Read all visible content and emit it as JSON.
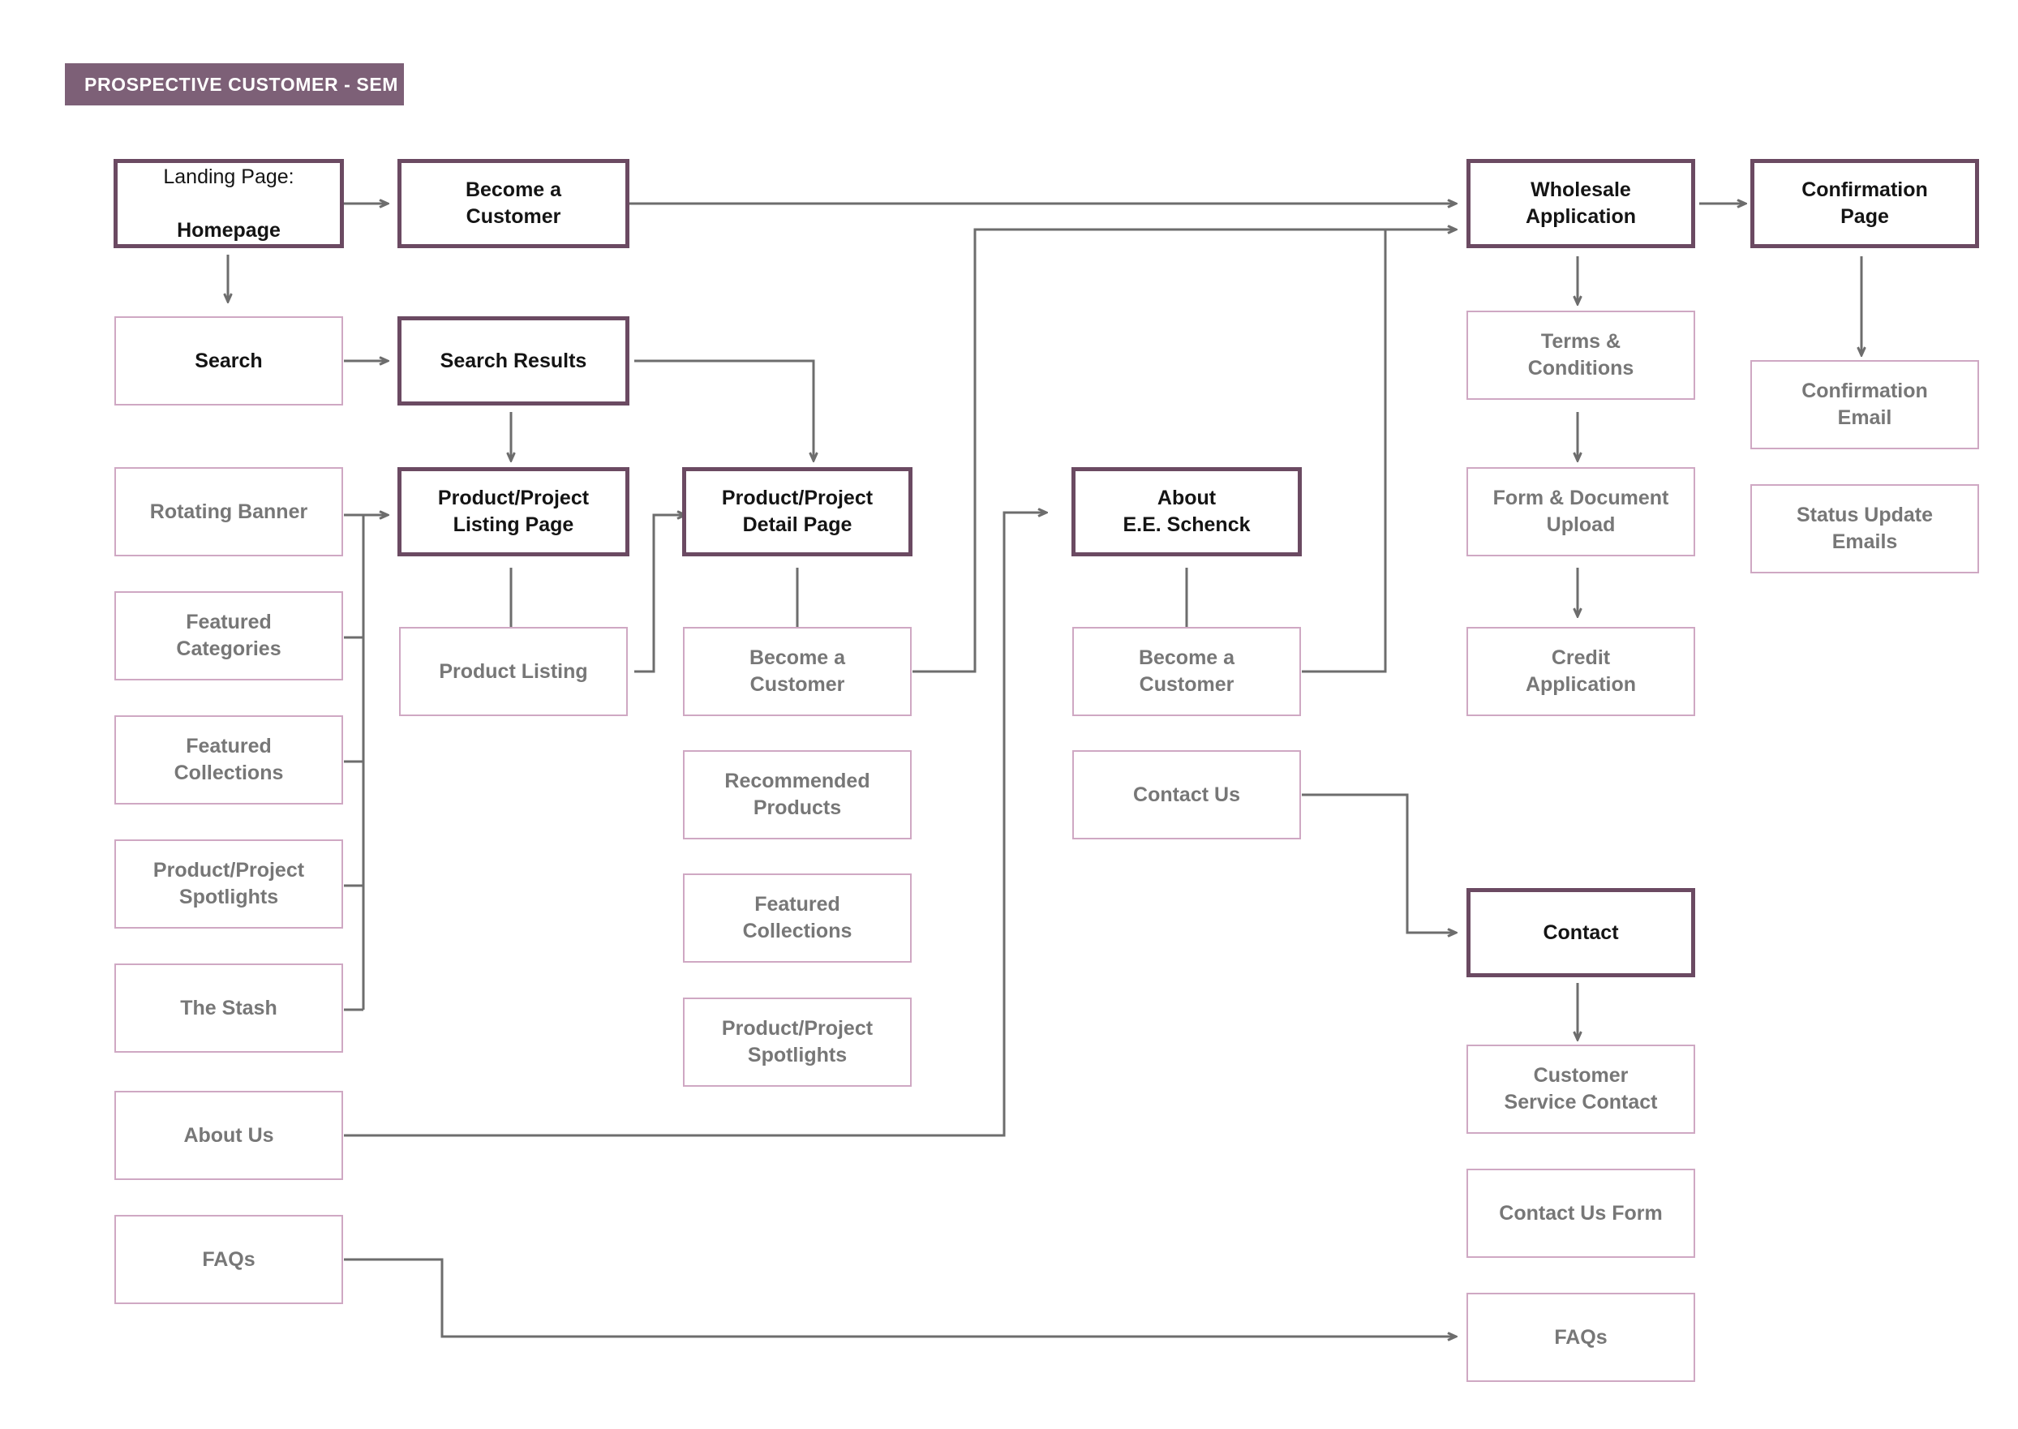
{
  "section": {
    "badge_label": "PROSPECTIVE CUSTOMER - SEM"
  },
  "colors": {
    "badge_bg": "#7d6077",
    "primary_border": "#6b4a62",
    "secondary_border": "#cfa8c3",
    "connector": "#6d6d6d",
    "primary_text": "#141414",
    "secondary_text": "#777777",
    "canvas_bg": "#ffffff"
  },
  "nodes": {
    "landing_page": {
      "line1": "Landing Page:",
      "line2": "Homepage"
    },
    "become_customer_top": {
      "label": "Become a\nCustomer"
    },
    "wholesale_application": {
      "label": "Wholesale\nApplication"
    },
    "confirmation_page": {
      "label": "Confirmation\nPage"
    },
    "search": {
      "label": "Search"
    },
    "search_results": {
      "label": "Search Results"
    },
    "terms_conditions": {
      "label": "Terms &\nConditions"
    },
    "confirmation_email": {
      "label": "Confirmation\nEmail"
    },
    "rotating_banner": {
      "label": "Rotating Banner"
    },
    "listing_page": {
      "label": "Product/Project\nListing Page"
    },
    "detail_page": {
      "label": "Product/Project\nDetail Page"
    },
    "about_schenck": {
      "label": "About\nE.E. Schenck"
    },
    "form_document_upload": {
      "label": "Form & Document\nUpload"
    },
    "status_update_emails": {
      "label": "Status Update\nEmails"
    },
    "featured_categories": {
      "label": "Featured\nCategories"
    },
    "product_listing": {
      "label": "Product Listing"
    },
    "become_customer_detail": {
      "label": "Become a\nCustomer"
    },
    "become_customer_about": {
      "label": "Become a\nCustomer"
    },
    "credit_application": {
      "label": "Credit\nApplication"
    },
    "featured_collections_left": {
      "label": "Featured\nCollections"
    },
    "recommended_products": {
      "label": "Recommended\nProducts"
    },
    "contact_us": {
      "label": "Contact Us"
    },
    "spotlights_left": {
      "label": "Product/Project\nSpotlights"
    },
    "featured_collections_detail": {
      "label": "Featured\nCollections"
    },
    "contact": {
      "label": "Contact"
    },
    "the_stash": {
      "label": "The Stash"
    },
    "spotlights_detail": {
      "label": "Product/Project\nSpotlights"
    },
    "customer_service_contact": {
      "label": "Customer\nService Contact"
    },
    "about_us": {
      "label": "About Us"
    },
    "contact_us_form": {
      "label": "Contact Us Form"
    },
    "faqs_left": {
      "label": "FAQs"
    },
    "faqs_right": {
      "label": "FAQs"
    }
  }
}
